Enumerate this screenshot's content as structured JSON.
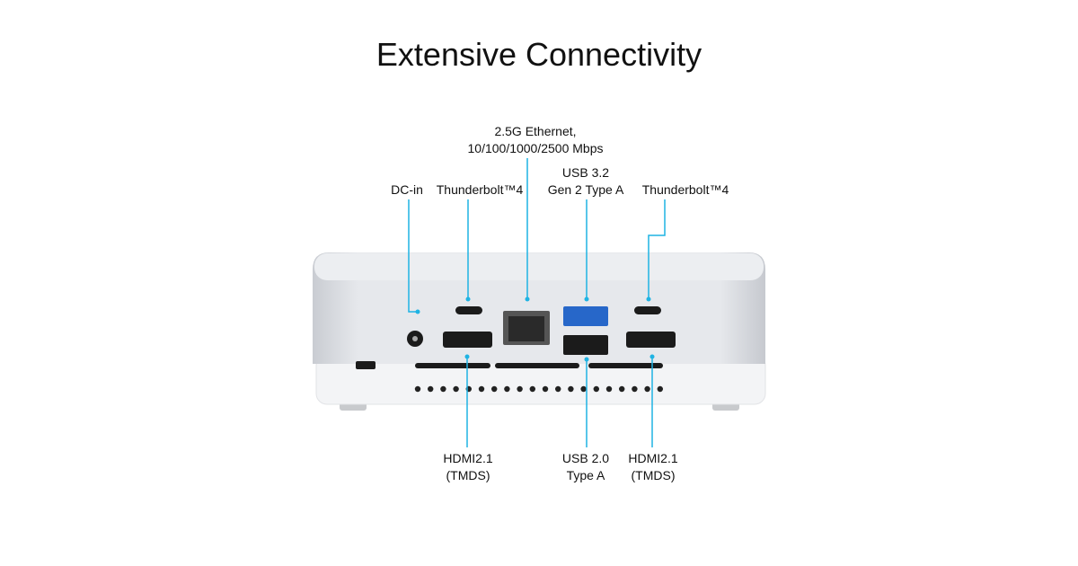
{
  "title": "Extensive Connectivity",
  "accent_color": "#1fb3e3",
  "ports": {
    "dc_in": "DC-in",
    "tb4_left": "Thunderbolt™4",
    "ethernet_1": "2.5G Ethernet,",
    "ethernet_2": "10/100/1000/2500 Mbps",
    "usb32_1": "USB 3.2",
    "usb32_2": "Gen 2 Type A",
    "tb4_right": "Thunderbolt™4",
    "hdmi_left_1": "HDMI2.1",
    "hdmi_left_2": "(TMDS)",
    "usb20_1": "USB 2.0",
    "usb20_2": "Type A",
    "hdmi_right_1": "HDMI2.1",
    "hdmi_right_2": "(TMDS)"
  }
}
